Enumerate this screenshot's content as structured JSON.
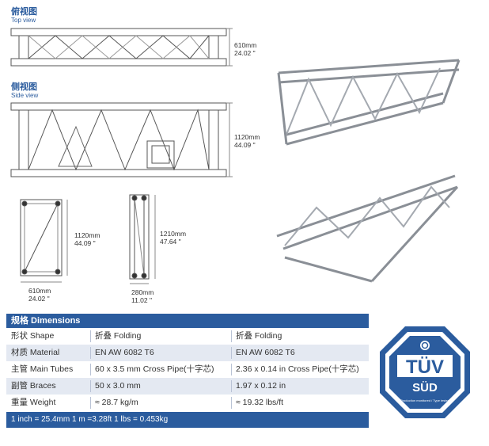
{
  "views": {
    "top": {
      "title_cn": "俯视图",
      "title_en": "Top view",
      "dim_mm": "610mm",
      "dim_in": "24.02 \""
    },
    "side": {
      "title_cn": "侧视图",
      "title_en": "Side view",
      "dim_mm": "1120mm",
      "dim_in": "44.09 \""
    },
    "end_a": {
      "height_mm": "1120mm",
      "height_in": "44.09 \"",
      "width_mm": "610mm",
      "width_in": "24.02 \""
    },
    "end_b": {
      "height_mm": "1210mm",
      "height_in": "47.64 \"",
      "width_mm": "280mm",
      "width_in": "11.02 \""
    }
  },
  "table": {
    "header": "规格 Dimensions",
    "rows": [
      {
        "label": "形状 Shape",
        "metric": "折叠 Folding",
        "imperial": "折叠 Folding"
      },
      {
        "label": "材质 Material",
        "metric": "EN AW 6082 T6",
        "imperial": "EN AW 6082 T6"
      },
      {
        "label": "主管 Main Tubes",
        "metric": "60 x 3.5 mm Cross Pipe(十字芯)",
        "imperial": "2.36 x 0.14 in Cross Pipe(十字芯)"
      },
      {
        "label": "副管 Braces",
        "metric": "50 x 3.0 mm",
        "imperial": "1.97 x 0.12 in"
      },
      {
        "label": "重量 Weight",
        "metric": "≈ 28.7 kg/m",
        "imperial": "≈ 19.32 lbs/ft"
      }
    ],
    "footer": "1 inch = 25.4mm   1 m =3.28ft   1 lbs = 0.453kg"
  },
  "badge": {
    "top": "TÜV",
    "bottom": "SÜD",
    "caption": "Production monitored / Type tested"
  },
  "colors": {
    "brand_blue": "#2b5c9e",
    "row_alt": "#e4e9f2"
  }
}
